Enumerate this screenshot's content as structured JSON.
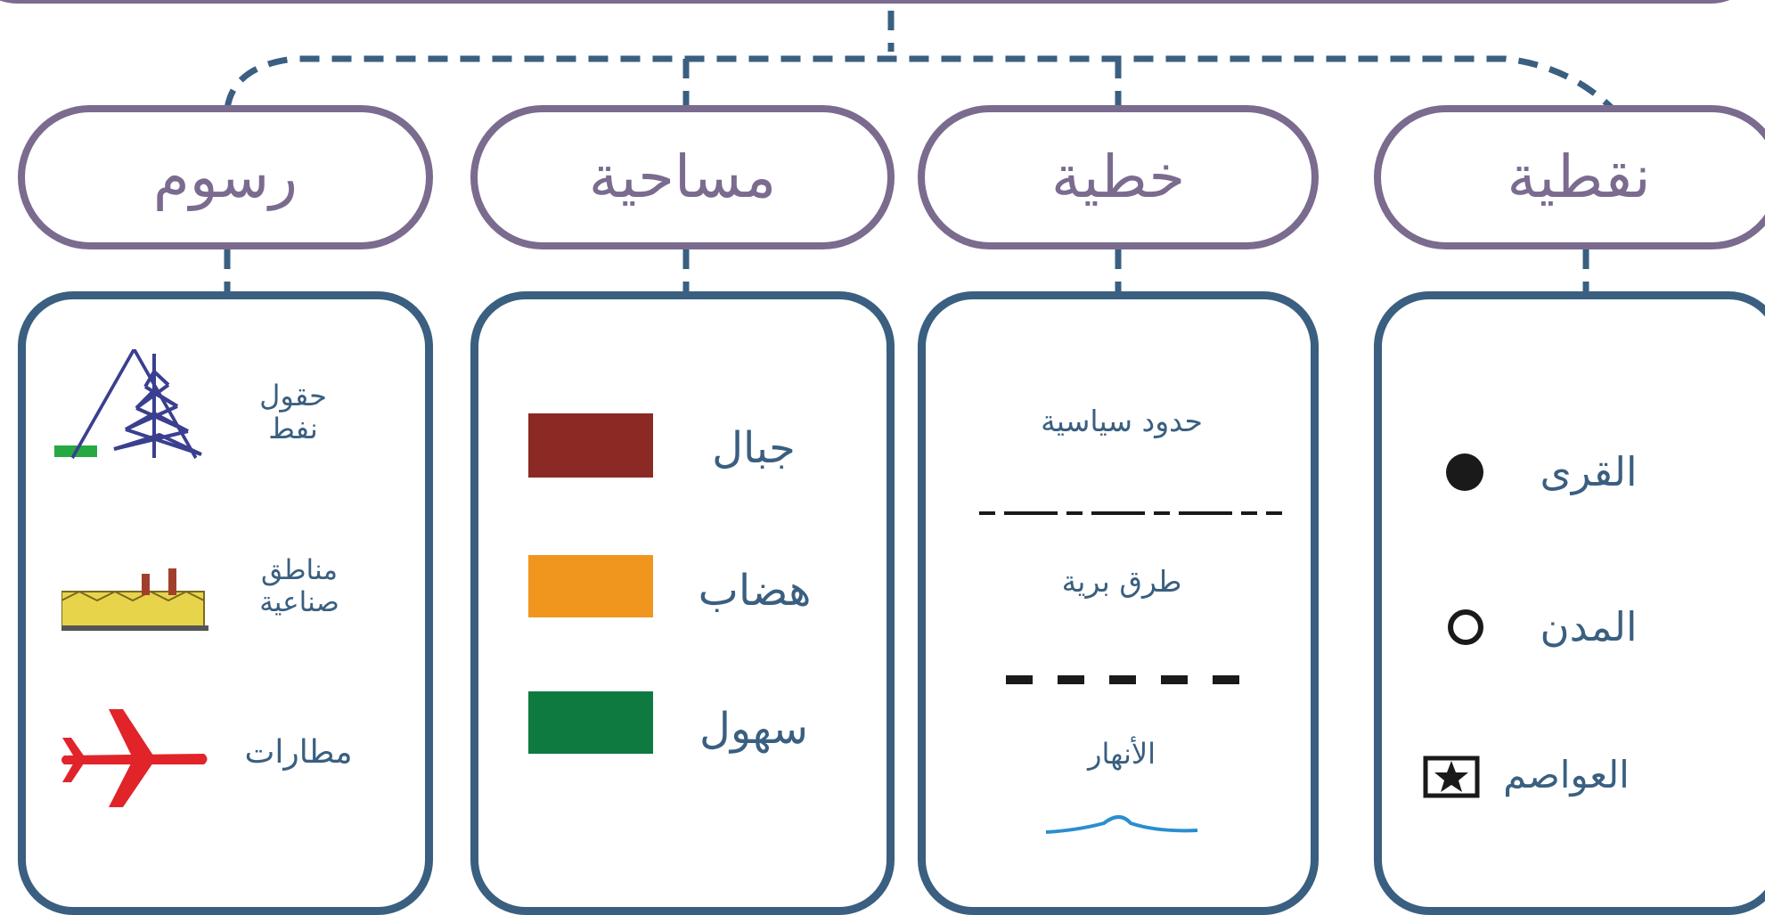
{
  "colors": {
    "category_border": "#7a6b8f",
    "panel_border": "#3a5f80",
    "connector": "#3a5f80",
    "label_text": "#3a5f80"
  },
  "categories": [
    {
      "label": "نقطية",
      "items": [
        {
          "label": "القرى",
          "symbol": "filled-circle-icon"
        },
        {
          "label": "المدن",
          "symbol": "hollow-circle-icon"
        },
        {
          "label": "العواصم",
          "symbol": "boxed-star-icon"
        }
      ]
    },
    {
      "label": "خطية",
      "items": [
        {
          "label": "حدود سياسية",
          "symbol": "dash-dot-line-icon"
        },
        {
          "label": "طرق برية",
          "symbol": "dashed-line-icon"
        },
        {
          "label": "الأنهار",
          "symbol": "river-line-icon"
        }
      ]
    },
    {
      "label": "مساحية",
      "items": [
        {
          "label": "جبال",
          "symbol": "mountains-swatch",
          "color": "#8b2a24"
        },
        {
          "label": "هضاب",
          "symbol": "plateaus-swatch",
          "color": "#f0961e"
        },
        {
          "label": "سهول",
          "symbol": "plains-swatch",
          "color": "#0e7a40"
        }
      ]
    },
    {
      "label": "رسوم",
      "items": [
        {
          "label": "حقول نفط",
          "symbol": "oil-derrick-icon"
        },
        {
          "label": "مناطق صناعية",
          "symbol": "factory-icon"
        },
        {
          "label": "مطارات",
          "symbol": "airplane-icon",
          "color": "#e0242a"
        }
      ]
    }
  ]
}
